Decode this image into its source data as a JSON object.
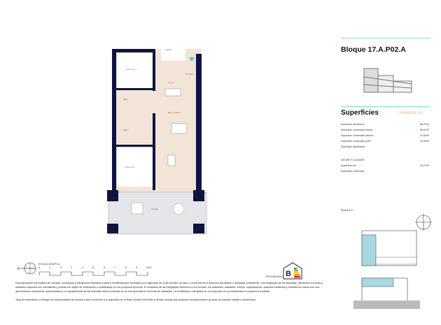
{
  "header": {
    "title": "Bloque 17.A.P02.A"
  },
  "superficies": {
    "title": "Superficies",
    "type_label": "Vivienda  2d",
    "rows": [
      {
        "label": "Superficie útil interior",
        "value": "86,70m²"
      },
      {
        "label": "Superficie construida interior",
        "value": "99,87m²"
      },
      {
        "label": "Superficie construida exterior",
        "value": "37,83m²"
      },
      {
        "label": "Superficie construida ppZC",
        "value": "10,33m²"
      },
      {
        "label": "Superficie ajardinada",
        "value": ""
      }
    ],
    "decreto_title": "DECRETO 218/2005",
    "decreto_rows": [
      {
        "label": "Superficie útil",
        "value": "94,27m²"
      },
      {
        "label": "Superficie construida",
        "value": ""
      }
    ]
  },
  "location": {
    "label": "Planta 617"
  },
  "plan": {
    "rooms": [
      "DORMITORIO 1",
      "BAÑO 1",
      "BAÑO 2",
      "COCINA",
      "SALÓN COMEDOR",
      "DORMITORIO 2",
      "TERRAZA",
      "LAVADERO",
      "VESTÍBULO"
    ]
  },
  "scale": {
    "label": "ESCALA GRÁFICA",
    "ticks": [
      "0",
      "1",
      "2",
      "3",
      "4",
      "5",
      "6",
      "7",
      "8",
      "9",
      "10m"
    ]
  },
  "energy": {
    "rating": "B",
    "status": "PROVISIONAL"
  },
  "compass": {
    "label": "N"
  },
  "disclaimer": {
    "p1": "Documentación informativa sin carácter contractual y meramente ilustrativa sujeta a modificaciones necesaria por exigencias de orden técnico, jurídico o comercial de la dirección facultativa o autoridad competente. Las infografías de las fachadas, elementos comunes y restantes espacios son orientativas y podrán ser objeto de verificación o modificación en los proyectos técnicos. El mobiliario de las infografías interiores no es incluido, los acabados, calidades, colores, equipamiento, aparatos sanitarios y muebles de cocina son una aproximación meramente representativa y el equipamiento de las viviendas será el indicado en la correspondiente memoria de calidades. La certificación energética se corresponde con la establecida en proyecto en trámite.",
    "p2": "Toda la información y entrega de documentación se llevará a cabo conforme a lo dispuesto en el Real Decreto 515/1989 y demás normas que pudieran complementarlo ya sean de carácter estatal o autonómico."
  },
  "colors": {
    "wall": "#0d1440",
    "floor": "#f2e4d6",
    "terrace": "#e4e6ea",
    "accent": "#8fd3e0",
    "highlight": "#a8d8e0"
  }
}
